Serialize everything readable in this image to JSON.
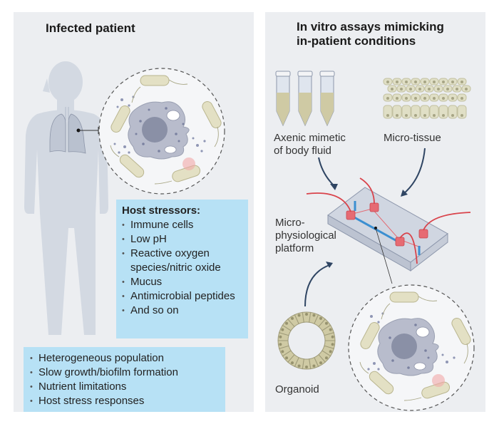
{
  "left_panel": {
    "title": "Infected patient",
    "host_stressors": {
      "heading": "Host stressors:",
      "items": [
        "Immune cells",
        "Low pH",
        "Reactive oxygen species/nitric oxide",
        "Mucus",
        "Antimicrobial peptides",
        "And so on"
      ]
    },
    "population_traits": [
      "Heterogeneous population",
      "Slow growth/biofilm formation",
      "Nutrient limitations",
      "Host stress responses"
    ]
  },
  "right_panel": {
    "title_line1": "In vitro assays mimicking",
    "title_line2": "in-patient conditions",
    "axenic_label_line1": "Axenic mimetic",
    "axenic_label_line2": "of body fluid",
    "micro_tissue_label": "Micro-tissue",
    "platform_label_line1": "Micro-",
    "platform_label_line2": "physiological",
    "platform_label_line3": "platform",
    "organoid_label": "Organoid"
  },
  "colors": {
    "panel_bg": "#eceef1",
    "info_box": "#b7e1f5",
    "silhouette": "#d3d9e2",
    "bacterium": "#e3e0c4",
    "macrophage": "#b8bccc",
    "tissue_cell": "#e0dfc6",
    "tubing": "#d9434b",
    "channel_blue": "#3b8fd1",
    "arrow": "#2f4563"
  }
}
